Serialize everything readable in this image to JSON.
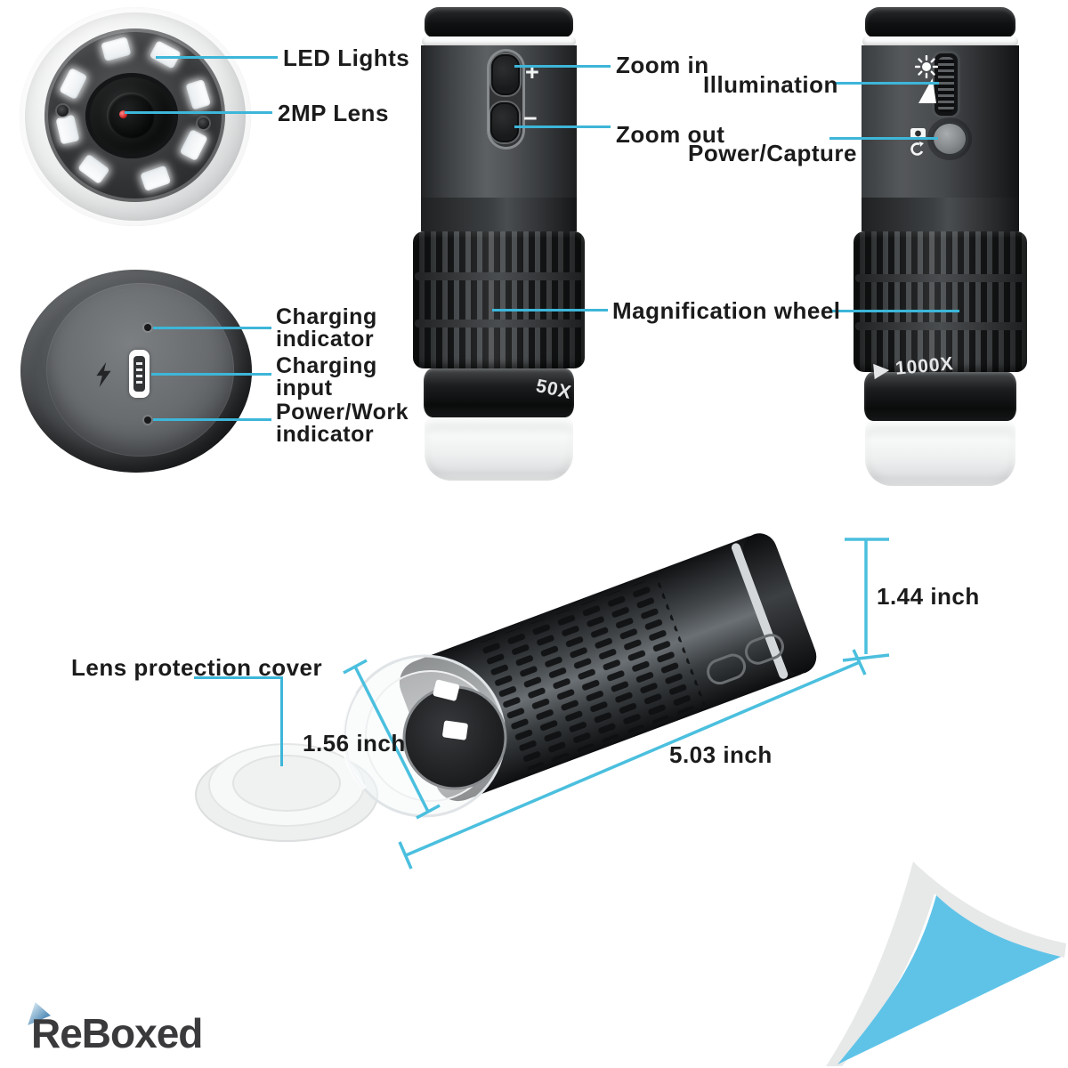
{
  "colors": {
    "leader": "#3db6d9",
    "dimension": "#4bbfde",
    "label": "#1b1b1b",
    "curl_blue": "#5fc3e8",
    "curl_gray": "#e7e8e8"
  },
  "front_view": {
    "led_label": "LED Lights",
    "lens_label": "2MP Lens"
  },
  "controls": {
    "zoom_in": "Zoom in",
    "zoom_out": "Zoom out",
    "illumination": "Illumination",
    "power_capture": "Power/Capture",
    "magnification": "Magnification wheel",
    "plus": "+",
    "minus": "−"
  },
  "markings": {
    "side_band": "50X",
    "back_band": "▶ 1000X"
  },
  "bottom_view": {
    "charging_indicator_line1": "Charging",
    "charging_indicator_line2": "indicator",
    "charging_input_line1": "Charging",
    "charging_input_line2": "input",
    "power_work_line1": "Power/Work",
    "power_work_line2": "indicator"
  },
  "dimensions": {
    "height": "1.44 inch",
    "diameter": "1.56 inch",
    "length": "5.03 inch",
    "cover": "Lens protection cover"
  },
  "brand": {
    "name": "ReBoxed"
  }
}
